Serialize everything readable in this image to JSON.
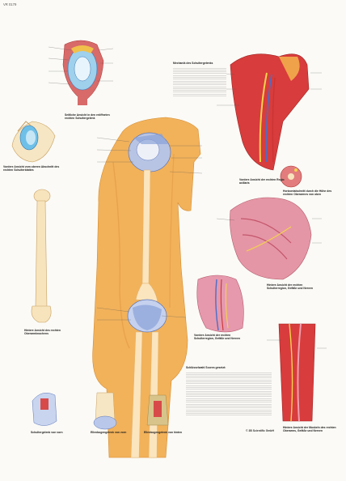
{
  "code": "VR 0179",
  "colors": {
    "background": "#fbfaf6",
    "skin": "#f2b25a",
    "muscle": "#d64a4a",
    "muscle_pink": "#e596a6",
    "bone": "#f6e6c3",
    "ligament": "#6b8fd1",
    "cartilage": "#9fd0ec",
    "nerve": "#f3d34c",
    "vein": "#4a6ec8"
  },
  "captions": {
    "top_left": "Seitliche Ansicht in den eröffneten rechten Schultergelenk",
    "left_mid": "Vordere Ansicht vom oberen Abschnitt des rechten Schulterblattes",
    "humerus": "Hintere Ansicht des rechten Oberarmknochens",
    "right_top": "Vordere Ansicht der rechten Regio axillaris",
    "right_section": "Horizontalschnitt durch die Höhe des rechten Oberarmes von oben",
    "right_mid": "Hintere Ansicht der rechten Schulterregion, Gefäße und Nerven",
    "center_low": "Vordere Ansicht der rechten Schulterregion, Gefäße und Nerven",
    "right_low": "Hintere Ansicht der Muskeln des rechten Oberarms, Gefäße und Nerven",
    "bottom_1": "Schultergelenk von vorn",
    "bottom_2": "Ellenbogengelenk von vorn",
    "bottom_3": "Ellenbogengelenk von hinten"
  },
  "text_blocks": {
    "intro_heading": "Mechanik des Schultergelenks",
    "box_heading": "Schlüsselwahl Scores gesetzt:",
    "publisher": "© 3B Scientific GmbH"
  },
  "icons": [
    "muscle-illustration",
    "bone-illustration",
    "joint-illustration",
    "vessel-illustration"
  ]
}
